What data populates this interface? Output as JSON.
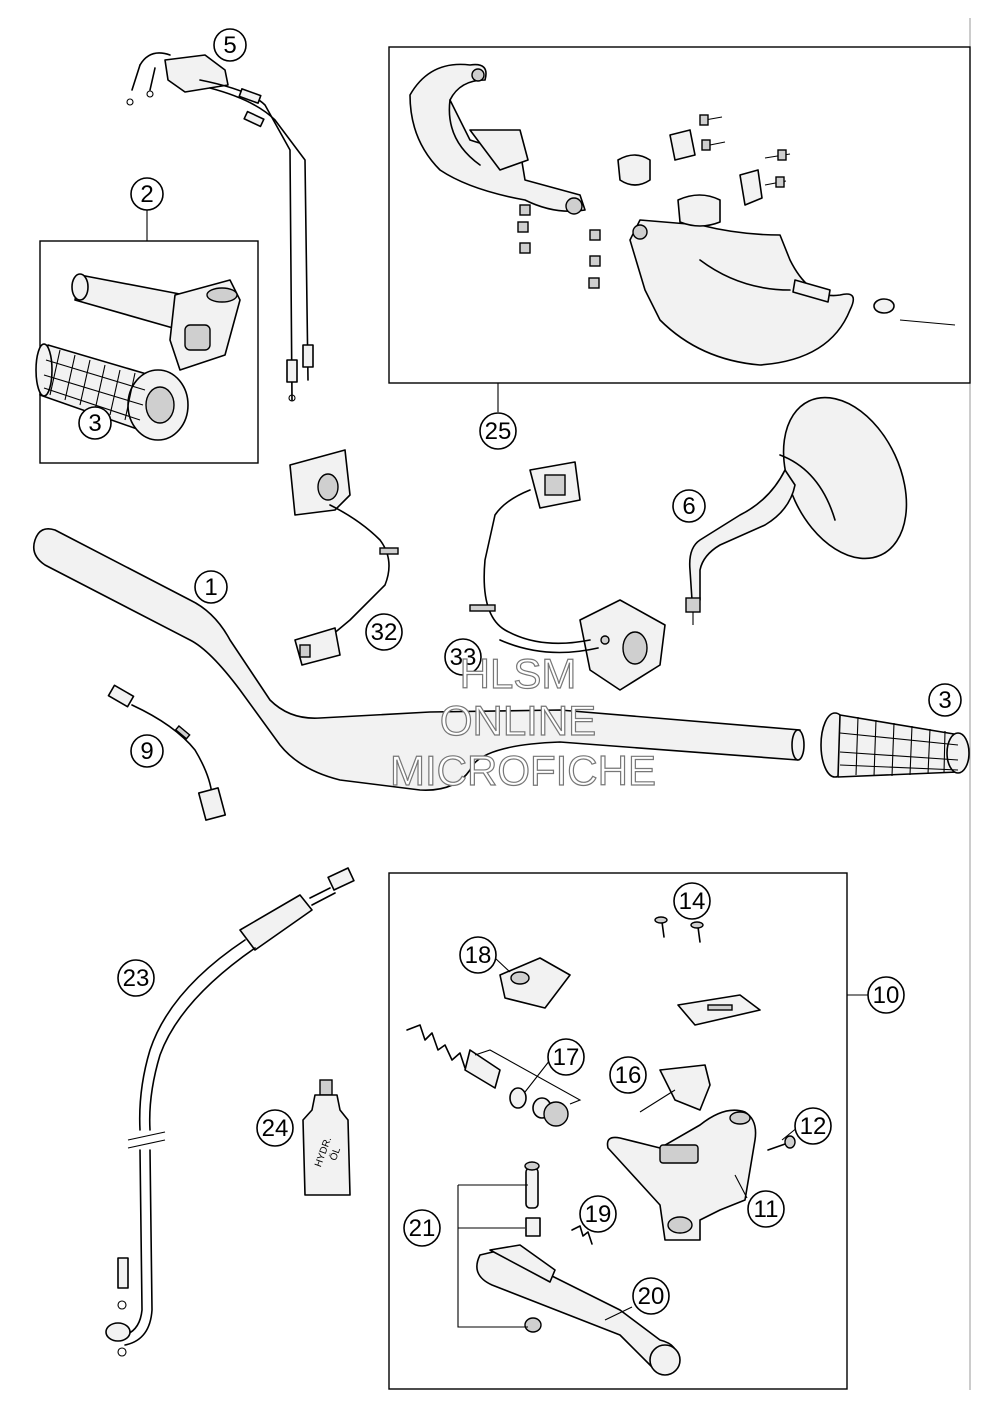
{
  "diagram": {
    "callouts": [
      {
        "id": "c1",
        "label": "1"
      },
      {
        "id": "c2",
        "label": "2"
      },
      {
        "id": "c3a",
        "label": "3"
      },
      {
        "id": "c3b",
        "label": "3"
      },
      {
        "id": "c5",
        "label": "5"
      },
      {
        "id": "c6",
        "label": "6"
      },
      {
        "id": "c9",
        "label": "9"
      },
      {
        "id": "c10",
        "label": "10"
      },
      {
        "id": "c11",
        "label": "11"
      },
      {
        "id": "c12",
        "label": "12"
      },
      {
        "id": "c14",
        "label": "14"
      },
      {
        "id": "c16",
        "label": "16"
      },
      {
        "id": "c17",
        "label": "17"
      },
      {
        "id": "c18",
        "label": "18"
      },
      {
        "id": "c19",
        "label": "19"
      },
      {
        "id": "c20",
        "label": "20"
      },
      {
        "id": "c21",
        "label": "21"
      },
      {
        "id": "c23",
        "label": "23"
      },
      {
        "id": "c24",
        "label": "24"
      },
      {
        "id": "c25",
        "label": "25"
      },
      {
        "id": "c32",
        "label": "32"
      },
      {
        "id": "c33",
        "label": "33"
      }
    ],
    "bottle_label_line1": "HYDR.",
    "bottle_label_line2": "ÖL"
  },
  "watermark": {
    "line1": "HLSM",
    "line2": "ONLINE",
    "line3": "MICROFICHE"
  }
}
